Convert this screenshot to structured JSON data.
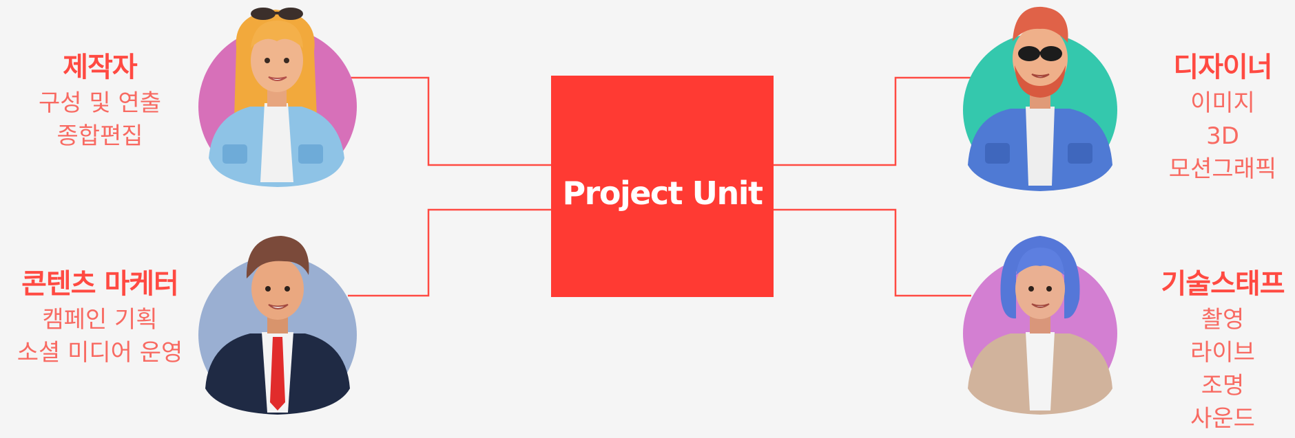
{
  "hub": {
    "title": "Project Unit"
  },
  "colors": {
    "accent": "#ff3a33",
    "line": "#ff4a42",
    "text_strong": "#ff4a42",
    "text_light": "#f86a62",
    "background": "#f5f5f5"
  },
  "roles": [
    {
      "name": "제작자",
      "tasks": [
        "구성 및 연출",
        "종합편집"
      ],
      "avatar_icon": "woman-blonde-sunglasses-avatar",
      "avatar_bg": "#d770b9"
    },
    {
      "name": "콘텐츠 마케터",
      "tasks": [
        "캠페인 기획",
        "소셜 미디어 운영"
      ],
      "avatar_icon": "man-suit-red-tie-avatar",
      "avatar_bg": "#9aafd2"
    },
    {
      "name": "디자이너",
      "tasks": [
        "이미지",
        "3D",
        "모션그래픽"
      ],
      "avatar_icon": "man-red-beard-sunglasses-avatar",
      "avatar_bg": "#34c8ad"
    },
    {
      "name": "기술스태프",
      "tasks": [
        "촬영",
        "라이브",
        "조명",
        "사운드"
      ],
      "avatar_icon": "woman-blue-hair-avatar",
      "avatar_bg": "#d37fd2"
    }
  ]
}
